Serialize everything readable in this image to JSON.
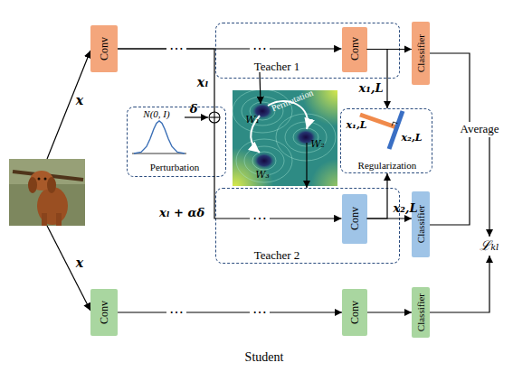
{
  "diagram": {
    "nodes": [
      {
        "text": [
          "Conv"
        ]
      },
      {
        "text": [
          "Teacher 1"
        ]
      },
      {
        "text": [
          "Conv"
        ],
        "in": 1
      },
      {
        "text": [
          "Classifier"
        ]
      },
      {
        "text": [
          "N(0, I)",
          "Perturbation"
        ]
      },
      {
        "text": [
          "Regularization"
        ]
      },
      {
        "text": [
          "Teacher 2"
        ]
      },
      {
        "text": [
          "Conv"
        ],
        "in": 6
      },
      {
        "text": [
          "Classifier"
        ]
      },
      {
        "text": [
          "Conv"
        ]
      },
      {
        "text": [
          "Conv"
        ]
      },
      {
        "text": [
          "Classifier"
        ]
      }
    ],
    "edges": [
      {
        "from": 0,
        "to": 2,
        "arrow": "to"
      },
      {
        "from": 2,
        "to": 3,
        "arrow": "to"
      },
      {
        "from": 0,
        "to": 7,
        "arrow": "to"
      },
      {
        "from": 7,
        "to": 8,
        "arrow": "to"
      },
      {
        "from": 2,
        "to": 5,
        "arrow": "to"
      },
      {
        "from": 7,
        "to": 5,
        "arrow": "to"
      },
      {
        "from": 9,
        "to": 10,
        "arrow": "to"
      },
      {
        "from": 10,
        "to": 11,
        "arrow": "to"
      }
    ],
    "labels": [
      "x",
      "⋯",
      "xₗ",
      "⋯",
      "x₁,L",
      "δ",
      "Permutation",
      "W₁",
      "W₂",
      "W₃",
      "x₁,L",
      "x₂,L",
      "Average",
      "xₗ + αδ",
      "⋯",
      "x₂,L",
      "ℒₖₗ",
      "x",
      "⋯",
      "⋯",
      "Student"
    ]
  }
}
